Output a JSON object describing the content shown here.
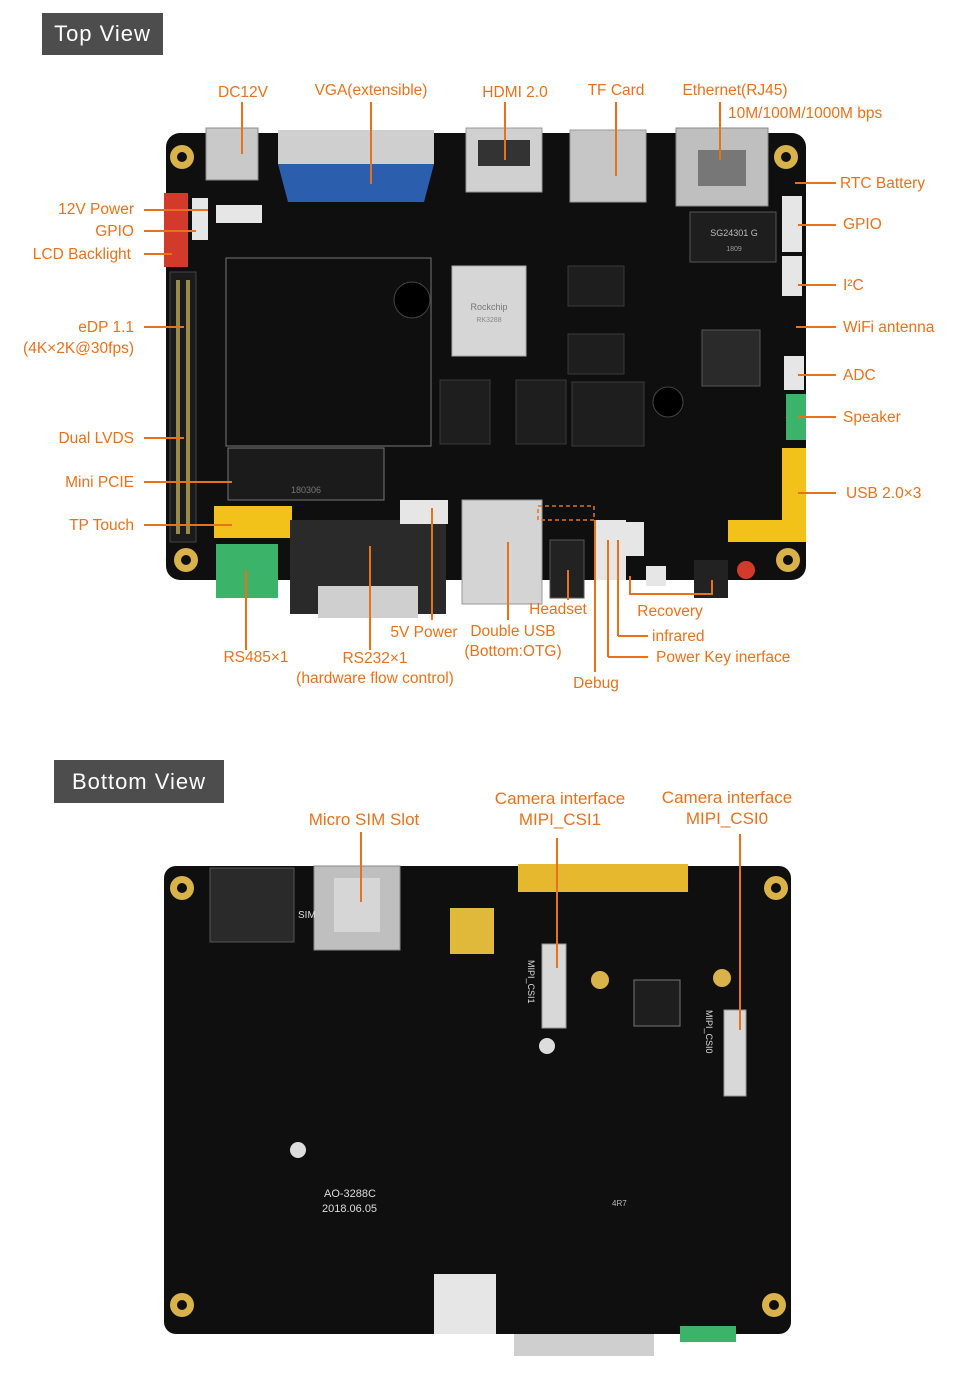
{
  "sections": {
    "top_view": "Top  View",
    "bottom_view": "Bottom  View"
  },
  "top_labels": {
    "dc12v": "DC12V",
    "vga": "VGA(extensible)",
    "hdmi": "HDMI 2.0",
    "tf_card": "TF Card",
    "ethernet": "Ethernet(RJ45)",
    "ethernet_speed": "10M/100M/1000M bps",
    "rtc_battery": "RTC Battery",
    "gpio_right": "GPIO",
    "i2c": "I²C",
    "wifi_antenna": "WiFi  antenna",
    "adc": "ADC",
    "speaker": "Speaker",
    "usb": "USB 2.0×3",
    "power_12v": "12V Power",
    "gpio_left": "GPIO",
    "lcd_backlight": "LCD Backlight",
    "edp": "eDP 1.1",
    "edp_res": "(4K×2K@30fps)",
    "dual_lvds": "Dual LVDS",
    "mini_pcie": "Mini PCIE",
    "tp_touch": "TP Touch",
    "rs485": "RS485×1",
    "rs232": "RS232×1",
    "rs232_note": "(hardware flow control)",
    "power_5v": "5V Power",
    "double_usb": "Double USB",
    "double_usb_note": "(Bottom:OTG)",
    "headset": "Headset",
    "debug": "Debug",
    "recovery": "Recovery",
    "infrared": "infrared",
    "power_key": "Power Key inerface"
  },
  "bottom_labels": {
    "micro_sim": "Micro SIM Slot",
    "cam1_title": "Camera interface",
    "cam1_name": "MIPI_CSI1",
    "cam0_title": "Camera interface",
    "cam0_name": "MIPI_CSI0"
  },
  "board_markings": {
    "soc_brand": "Rockchip",
    "soc_model": "RK3288",
    "wifi_module": "SG24301 G",
    "wifi_code": "1809",
    "model": "AO-3288C",
    "date": "2018.06.05",
    "silk_mipi1": "MIPI_CSI1",
    "silk_mipi0": "MIPI_CSI0",
    "silk_sim": "SIM",
    "inductor": "4R7",
    "pcie_code": "180306"
  },
  "colors": {
    "accent": "#e8721c",
    "header_bg": "#4d4d4d",
    "pcb": "#0f0f10",
    "gold": "#d9b24a",
    "vga_blue": "#2b5fae",
    "conn_red": "#d23a2a",
    "conn_yellow": "#f2c21b",
    "conn_green": "#3bb46a"
  }
}
